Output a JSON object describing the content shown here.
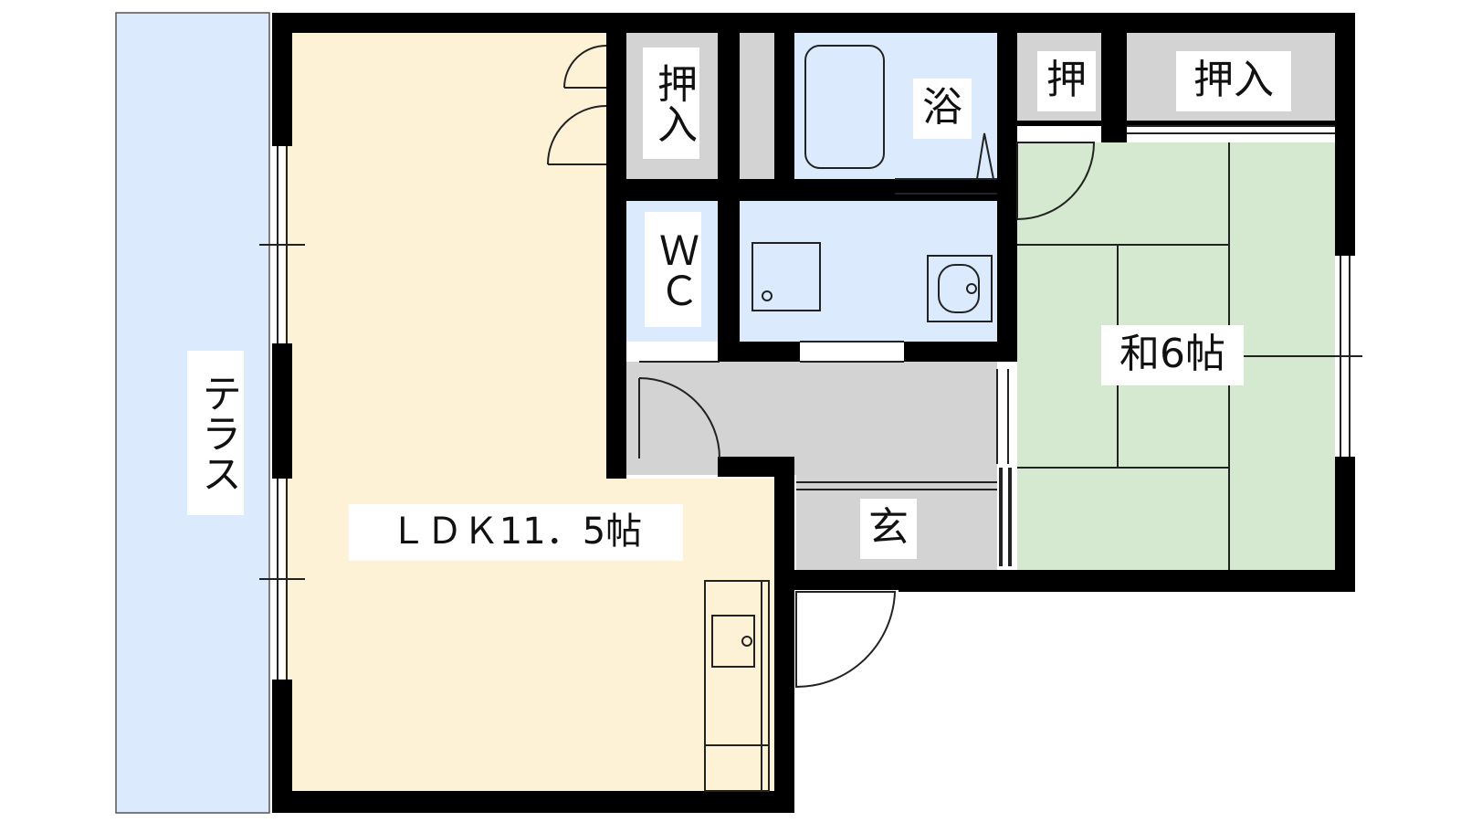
{
  "floorplan": {
    "rooms": {
      "terrace": "テラス",
      "ldk": "ＬＤＫ11．5帖",
      "closet_left": "押入",
      "bath": "浴",
      "wc": "ＷＣ",
      "closet_small": "押",
      "closet_right": "押入",
      "washitsu": "和6帖",
      "genkan": "玄"
    },
    "colors": {
      "terrace": "#dbeafc",
      "ldk": "#fdf1d6",
      "closet": "#d3d3d3",
      "wet_area": "#dbeafc",
      "hall": "#d3d3d3",
      "tatami": "#d4e9cf",
      "wall": "#000000"
    }
  }
}
